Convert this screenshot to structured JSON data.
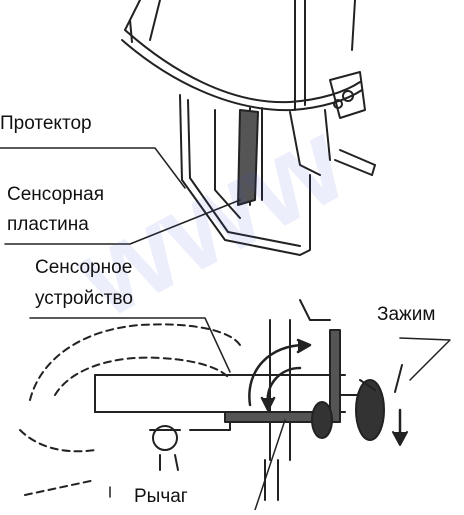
{
  "labels": {
    "protector": "Протектор",
    "sensor_plate_line1": "Сенсорная",
    "sensor_plate_line2": "пластина",
    "sensor_device_line1": "Сенсорное",
    "sensor_device_line2": "устройство",
    "clamp": "Зажим",
    "lever": "Рычаг"
  },
  "watermark": "www",
  "colors": {
    "line": "#222222",
    "plate_fill": "#555555",
    "watermark": "#3a4fd6"
  }
}
